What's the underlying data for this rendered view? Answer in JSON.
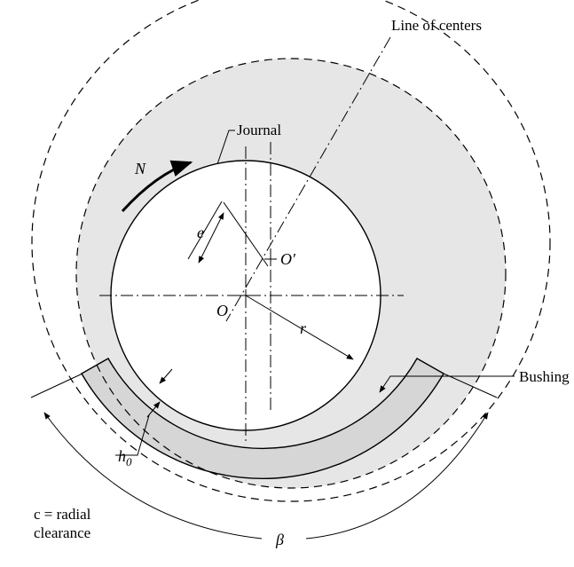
{
  "labels": {
    "line_of_centers": "Line of centers",
    "journal": "Journal",
    "N": "N",
    "e": "e",
    "O_prime": "O′",
    "O": "O",
    "r": "r",
    "bushing": "Bushing",
    "h0_main": "h",
    "h0_sub": "0",
    "c_line1": "c = radial",
    "c_line2": "clearance",
    "beta": "β"
  },
  "colors": {
    "film_fill": "#e6e6e6",
    "bushing_fill": "#d6d6d6",
    "line": "#000000"
  }
}
